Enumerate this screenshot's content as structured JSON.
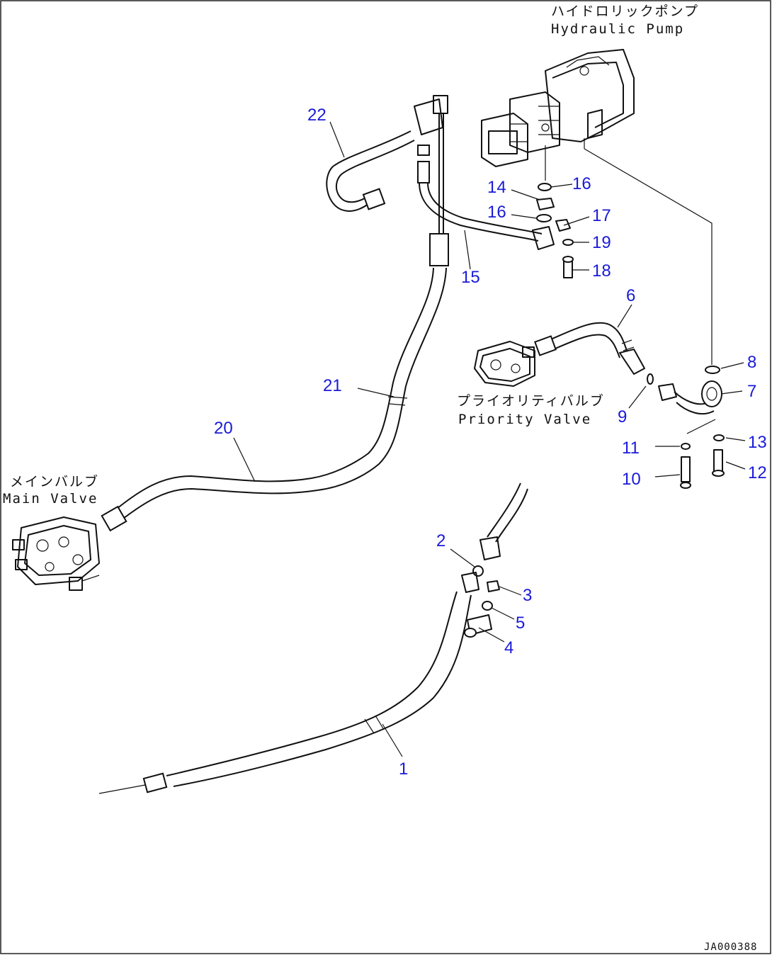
{
  "labels": {
    "hydraulic_pump_jp": "ハイドロリックポンプ",
    "hydraulic_pump_en": "Hydraulic Pump",
    "priority_valve_jp": "プライオリティバルブ",
    "priority_valve_en": "Priority Valve",
    "main_valve_jp": "メインバルブ",
    "main_valve_en": "Main Valve",
    "drawing_number": "JA000388"
  },
  "callouts": [
    "1",
    "2",
    "3",
    "4",
    "5",
    "6",
    "7",
    "8",
    "9",
    "10",
    "11",
    "12",
    "13",
    "14",
    "15",
    "16",
    "16",
    "17",
    "18",
    "19",
    "20",
    "21",
    "22"
  ],
  "colors": {
    "callout": "#1a1ad8",
    "line": "#111111",
    "background": "#ffffff"
  }
}
